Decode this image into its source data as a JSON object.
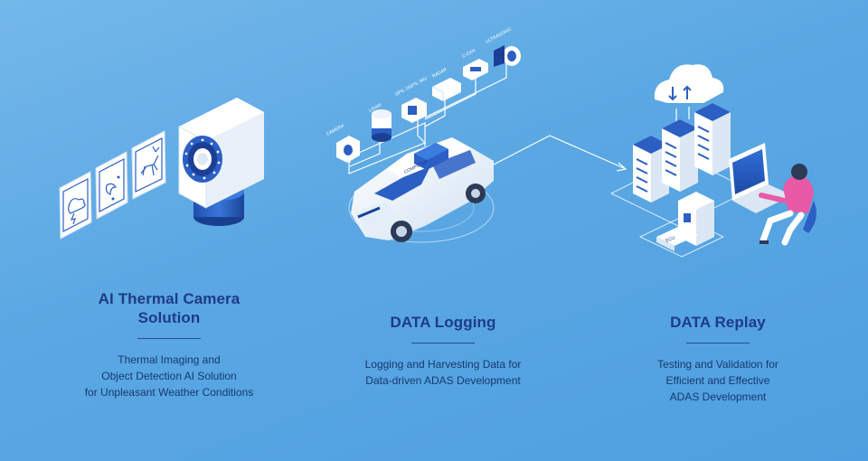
{
  "sections": [
    {
      "title_lines": [
        "AI Thermal Camera",
        "Solution"
      ],
      "description_lines": [
        "Thermal Imaging and",
        "Object Detection AI Solution",
        "for Unpleasant Weather Conditions"
      ]
    },
    {
      "title_lines": [
        "DATA Logging"
      ],
      "description_lines": [
        "Logging and Harvesting Data for",
        "Data-driven ADAS Development"
      ]
    },
    {
      "title_lines": [
        "DATA Replay"
      ],
      "description_lines": [
        "Testing and Validation for",
        "Efficient and Effective",
        "ADAS Development"
      ]
    }
  ],
  "sensor_labels": [
    "CAMERA",
    "LIDAR",
    "GPS, DGPS, IMU",
    "RADAR",
    "C-CAN",
    "ULTRASONIC"
  ],
  "car_roof_label": "COMPUTER",
  "ecu_label": "ECU",
  "colors": {
    "background": "#5aa7e3",
    "title": "#1f3b86",
    "description": "#163a6e",
    "device_white": "#f3f7fc",
    "device_blue": "#2b5fc4",
    "accent_pink": "#e85aa5"
  }
}
